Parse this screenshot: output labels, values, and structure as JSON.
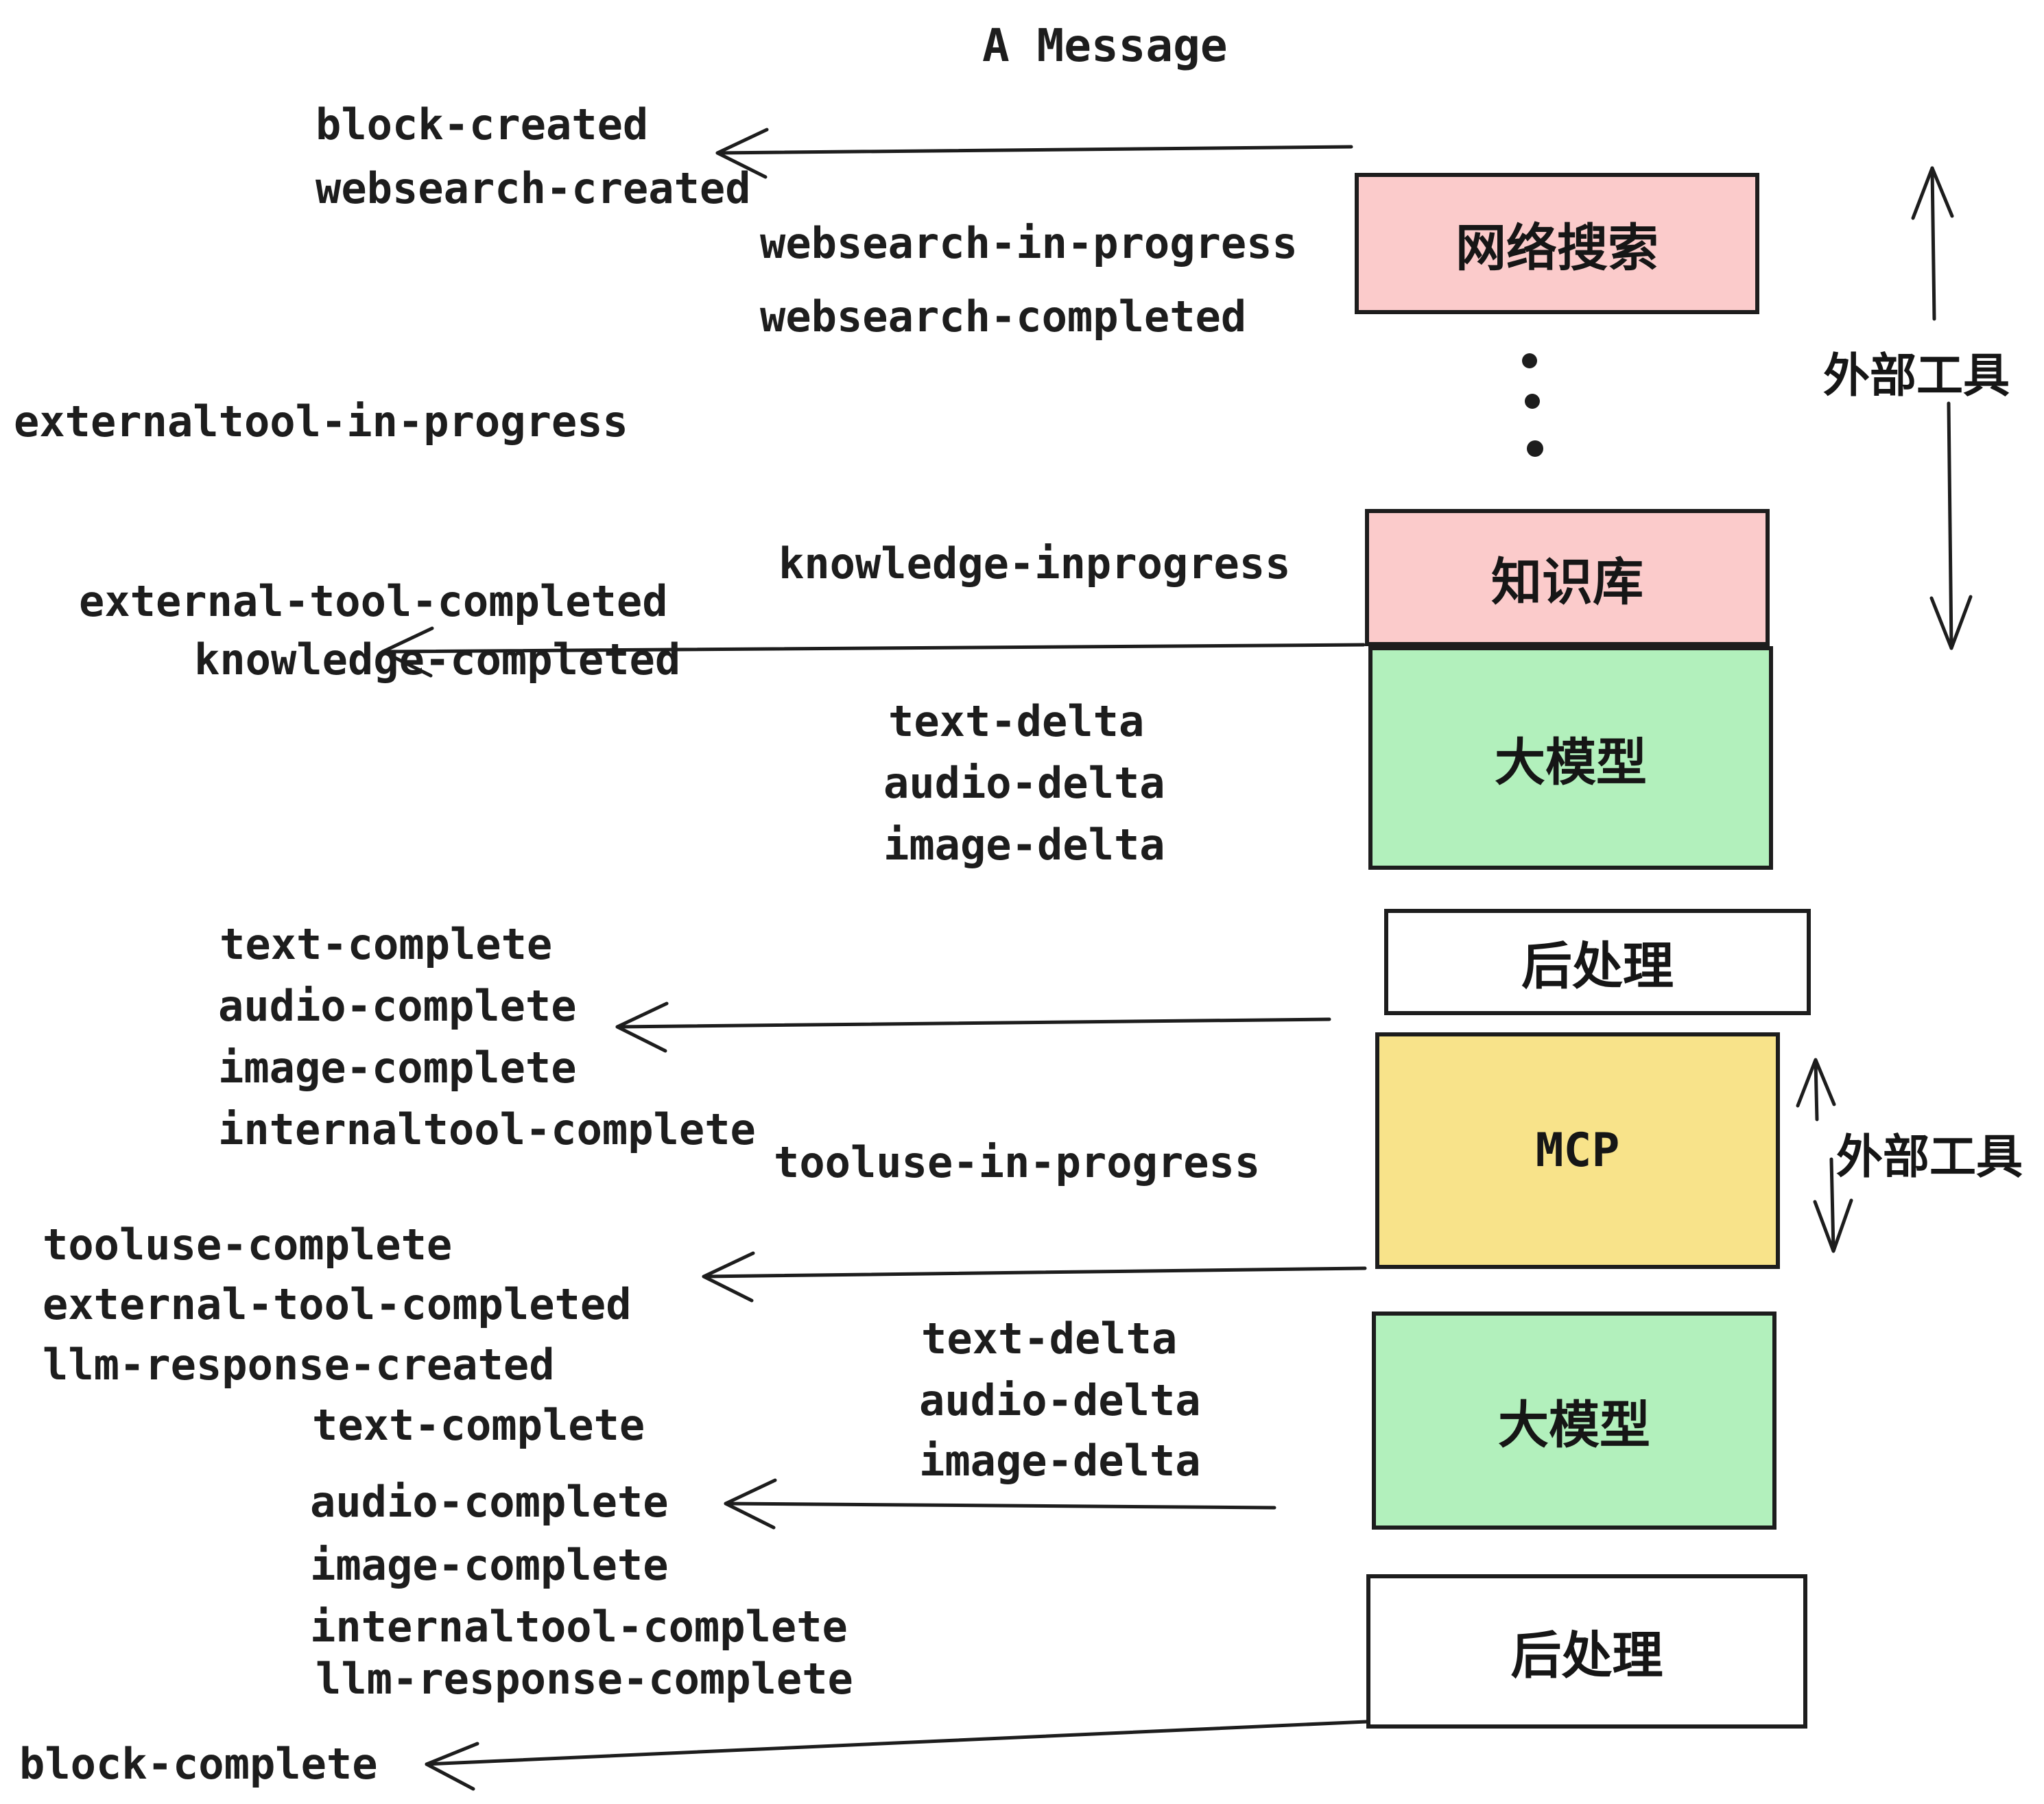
{
  "title": "A Message",
  "colors": {
    "background": "#ffffff",
    "ink": "#1d1d1d",
    "pink_box": "#fbcbcb",
    "green_box": "#b2f0bc",
    "yellow_box": "#f8e38a",
    "white_box": "#ffffff"
  },
  "boxes": [
    {
      "id": "websearch",
      "label": "网络搜索",
      "color": "#fbcbcb"
    },
    {
      "id": "knowledge",
      "label": "知识库",
      "color": "#fbcbcb"
    },
    {
      "id": "llm-1",
      "label": "大模型",
      "color": "#b2f0bc"
    },
    {
      "id": "postprocess-1",
      "label": "后处理",
      "color": "#ffffff"
    },
    {
      "id": "mcp",
      "label": "MCP",
      "color": "#f8e38a"
    },
    {
      "id": "llm-2",
      "label": "大模型",
      "color": "#b2f0bc"
    },
    {
      "id": "postprocess-2",
      "label": "后处理",
      "color": "#ffffff"
    }
  ],
  "annotations": {
    "external_tools_top": "外部工具",
    "external_tools_mcp": "外部工具"
  },
  "events": [
    {
      "id": "block-created",
      "text": "block-created"
    },
    {
      "id": "websearch-created",
      "text": "websearch-created"
    },
    {
      "id": "websearch-in-progress",
      "text": "websearch-in-progress"
    },
    {
      "id": "websearch-completed",
      "text": "websearch-completed"
    },
    {
      "id": "externaltool-in-progress",
      "text": "externaltool-in-progress"
    },
    {
      "id": "knowledge-inprogress",
      "text": "knowledge-inprogress"
    },
    {
      "id": "external-tool-completed",
      "text": "external-tool-completed"
    },
    {
      "id": "knowledge-completed",
      "text": "knowledge-completed"
    },
    {
      "id": "text-delta-1",
      "text": "text-delta"
    },
    {
      "id": "audio-delta-1",
      "text": "audio-delta"
    },
    {
      "id": "image-delta-1",
      "text": "image-delta"
    },
    {
      "id": "text-complete-1",
      "text": "text-complete"
    },
    {
      "id": "audio-complete-1",
      "text": "audio-complete"
    },
    {
      "id": "image-complete-1",
      "text": "image-complete"
    },
    {
      "id": "internaltool-complete-1",
      "text": "internaltool-complete"
    },
    {
      "id": "tooluse-in-progress",
      "text": "tooluse-in-progress"
    },
    {
      "id": "tooluse-complete",
      "text": "tooluse-complete"
    },
    {
      "id": "external-tool-completed-2",
      "text": "external-tool-completed"
    },
    {
      "id": "llm-response-created",
      "text": "llm-response-created"
    },
    {
      "id": "text-delta-2",
      "text": "text-delta"
    },
    {
      "id": "audio-delta-2",
      "text": "audio-delta"
    },
    {
      "id": "image-delta-2",
      "text": "image-delta"
    },
    {
      "id": "text-complete-2",
      "text": "text-complete"
    },
    {
      "id": "audio-complete-2",
      "text": "audio-complete"
    },
    {
      "id": "image-complete-2",
      "text": "image-complete"
    },
    {
      "id": "internaltool-complete-2",
      "text": "internaltool-complete"
    },
    {
      "id": "llm-response-complete",
      "text": "llm-response-complete"
    },
    {
      "id": "block-complete",
      "text": "block-complete"
    }
  ]
}
